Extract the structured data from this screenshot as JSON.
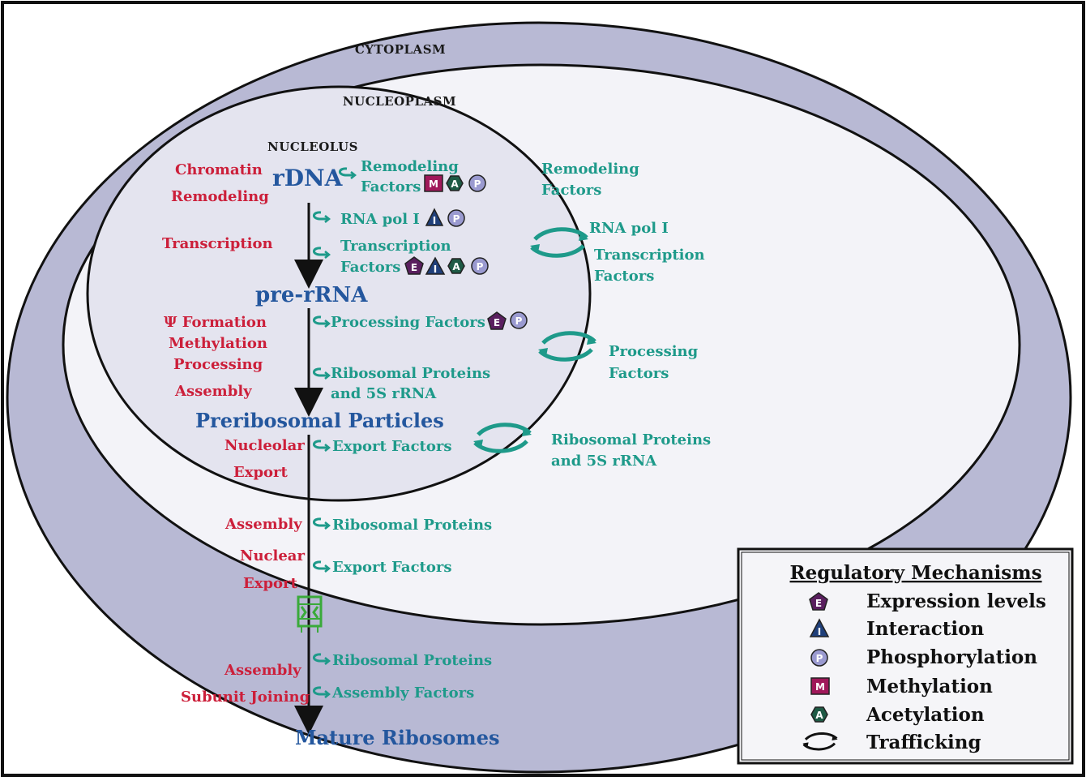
{
  "regions": {
    "cytoplasm": "CYTOPLASM",
    "nucleoplasm": "NUCLEOPLASM",
    "nucleolus": "NUCLEOLUS"
  },
  "pathway": {
    "rdna": "rDNA",
    "pre_rrna": "pre-rRNA",
    "preribosomal": "Preribosomal Particles",
    "mature": "Mature Ribosomes"
  },
  "processes": {
    "chromatin": "Chromatin",
    "remodeling": "Remodeling",
    "transcription": "Transcription",
    "psi_formation": "Ψ Formation",
    "methylation": "Methylation",
    "processing": "Processing",
    "assembly1": "Assembly",
    "nucleolar": "Nucleolar",
    "export1": "Export",
    "assembly2": "Assembly",
    "nuclear": "Nuclear",
    "export2": "Export",
    "assembly3": "Assembly",
    "subunit_joining": "Subunit Joining"
  },
  "factors": {
    "remodeling_1": "Remodeling",
    "remodeling_2": "Factors",
    "rna_pol": "RNA pol I",
    "transcription_1": "Transcription",
    "transcription_2": "Factors",
    "processing": "Processing Factors",
    "ribosomal_1": "Ribosomal Proteins",
    "ribosomal_2": "and 5S rRNA",
    "export_nucleolar": "Export Factors",
    "ribosomal_nuc": "Ribosomal Proteins",
    "export_nuclear": "Export Factors",
    "ribosomal_cyto": "Ribosomal Proteins",
    "assembly_factors": "Assembly Factors"
  },
  "trafficking": {
    "remodeling_1": "Remodeling",
    "remodeling_2": "Factors",
    "rna_pol": "RNA pol I",
    "transcription_1": "Transcription",
    "transcription_2": "Factors",
    "processing_1": "Processing",
    "processing_2": "Factors",
    "ribosomal_1": "Ribosomal Proteins",
    "ribosomal_2": "and 5S rRNA"
  },
  "badges": {
    "E": "E",
    "I": "I",
    "P": "P",
    "M": "M",
    "A": "A"
  },
  "legend": {
    "title": "Regulatory Mechanisms",
    "items": [
      {
        "symbol": "E",
        "label": "Expression levels"
      },
      {
        "symbol": "I",
        "label": "Interaction"
      },
      {
        "symbol": "P",
        "label": "Phosphorylation"
      },
      {
        "symbol": "M",
        "label": "Methylation"
      },
      {
        "symbol": "A",
        "label": "Acetylation"
      },
      {
        "symbol": "trafficking",
        "label": "Trafficking"
      }
    ]
  },
  "colors": {
    "cytoplasm": "#b8b9d4",
    "nucleoplasm": "#f3f3f8",
    "nucleolus": "#e4e4ef",
    "process_red": "#cc1f3a",
    "factor_teal": "#1e9a8a",
    "pathway_blue": "#24579e",
    "expression": "#5a1f5f",
    "interaction": "#1f3f7a",
    "phosphorylation": "#9a9ad0",
    "methylation": "#a0185a",
    "acetylation": "#1e5a45",
    "pore": "#3aaa3a"
  }
}
